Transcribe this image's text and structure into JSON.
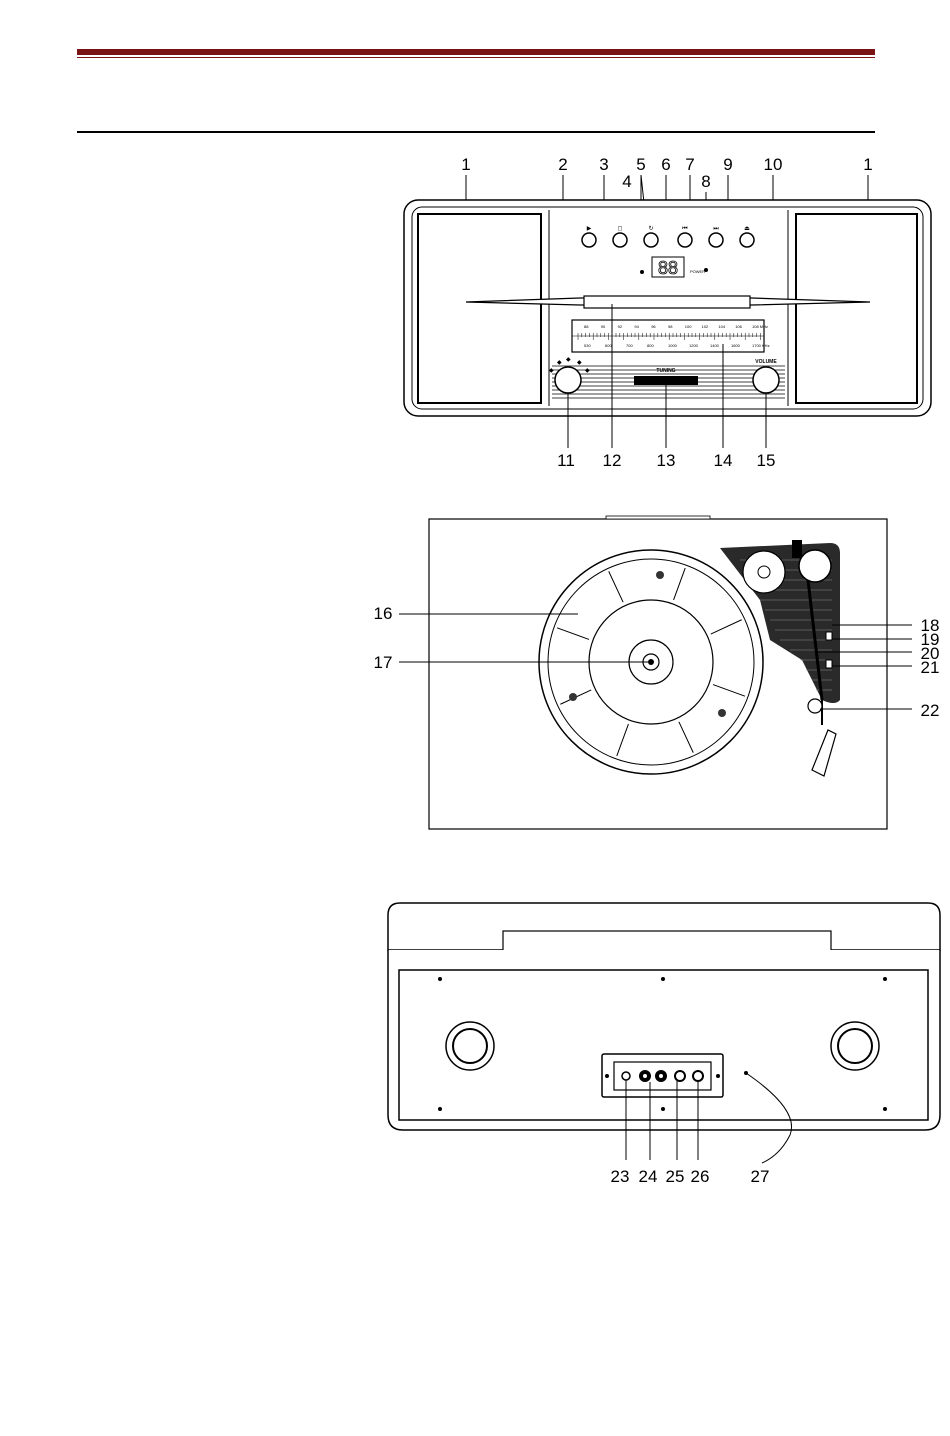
{
  "front_panel": {
    "callouts_top": [
      "1",
      "2",
      "3",
      "4",
      "5",
      "6",
      "7",
      "8",
      "9",
      "10",
      "1"
    ],
    "callouts_bottom": [
      "11",
      "12",
      "13",
      "14",
      "15"
    ],
    "tuning_label": "TUNING",
    "volume_label": "VOLUME",
    "power_label": "POWER",
    "display_digits": "88",
    "fm_scale": [
      "88",
      "90",
      "92",
      "94",
      "96",
      "98",
      "100",
      "102",
      "104",
      "106",
      "108 MHz"
    ],
    "am_scale": [
      "530",
      "600",
      "700",
      "800",
      "1000",
      "1200",
      "1400",
      "1600",
      "1700 KHz"
    ]
  },
  "turntable": {
    "callouts_left": [
      "16",
      "17"
    ],
    "callouts_right": [
      "18",
      "19",
      "20",
      "21",
      "22"
    ]
  },
  "rear_panel": {
    "callouts": [
      "23",
      "24",
      "25",
      "26",
      "27"
    ]
  }
}
